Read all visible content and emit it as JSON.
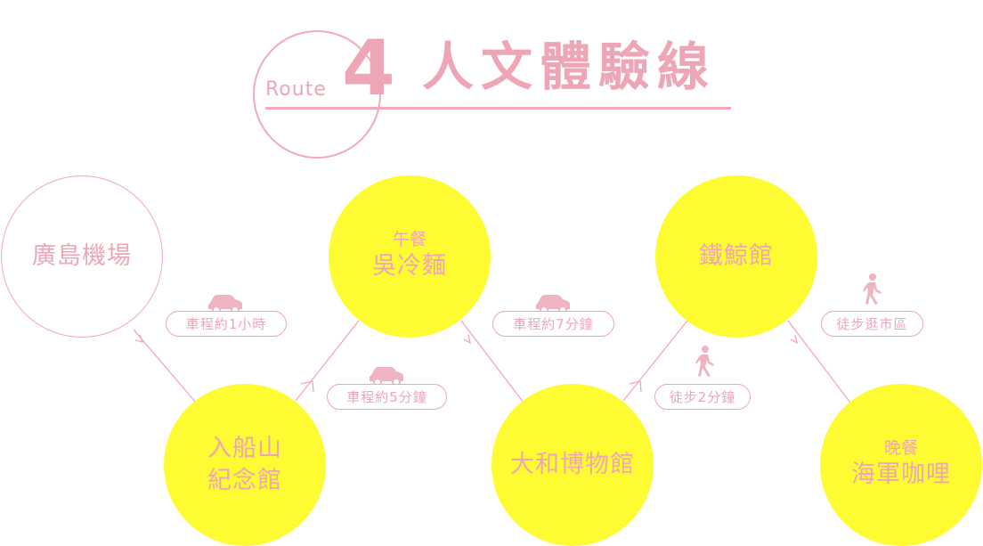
{
  "header": {
    "route_label": "Route",
    "route_number": "4",
    "title": "人文體驗線"
  },
  "stops": [
    {
      "name": "廣島機場"
    },
    {
      "name_line1": "入船山",
      "name_line2": "紀念館"
    },
    {
      "meal": "午餐",
      "name": "吳冷麵"
    },
    {
      "name": "大和博物館"
    },
    {
      "name": "鐵鯨館"
    },
    {
      "meal": "晚餐",
      "name": "海軍咖哩"
    }
  ],
  "legs": [
    {
      "mode": "car-icon",
      "label": "車程約1小時"
    },
    {
      "mode": "car-icon",
      "label": "車程約5分鐘"
    },
    {
      "mode": "car-icon",
      "label": "車程約7分鐘"
    },
    {
      "mode": "walk-icon",
      "label": "徒步2分鐘"
    },
    {
      "mode": "walk-icon",
      "label": "徒步逛市區"
    }
  ],
  "colors": {
    "pink": "#eea6b6",
    "yellow": "#fffb33"
  }
}
